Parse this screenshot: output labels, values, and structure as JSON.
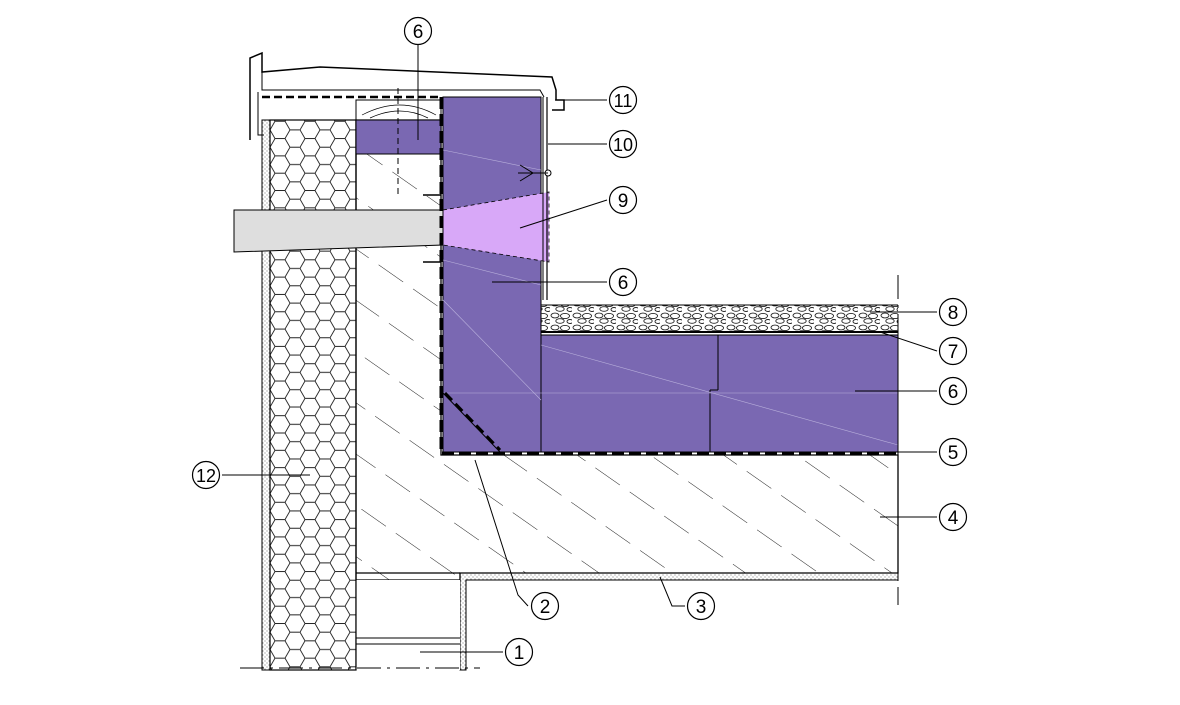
{
  "colors": {
    "insulation": "#7a68b2",
    "insulation_light": "#d8a8f8",
    "line": "#000000",
    "hatch": "#1a1a1a",
    "pipe": "#dedede",
    "background": "#ffffff"
  },
  "callouts": [
    {
      "id": "c6a",
      "number": "6"
    },
    {
      "id": "c11",
      "number": "11"
    },
    {
      "id": "c10",
      "number": "10"
    },
    {
      "id": "c9",
      "number": "9"
    },
    {
      "id": "c6b",
      "number": "6"
    },
    {
      "id": "c8",
      "number": "8"
    },
    {
      "id": "c7",
      "number": "7"
    },
    {
      "id": "c6c",
      "number": "6"
    },
    {
      "id": "c5",
      "number": "5"
    },
    {
      "id": "c4",
      "number": "4"
    },
    {
      "id": "c12",
      "number": "12"
    },
    {
      "id": "c2",
      "number": "2"
    },
    {
      "id": "c3",
      "number": "3"
    },
    {
      "id": "c1",
      "number": "1"
    }
  ]
}
